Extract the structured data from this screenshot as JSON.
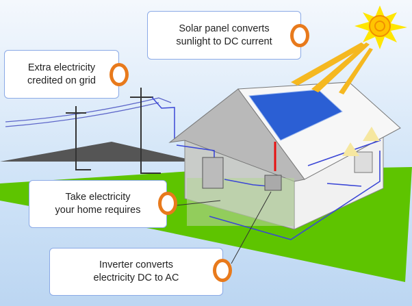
{
  "callouts": [
    {
      "text": "Solar panel converts\nsunlight to DC current"
    },
    {
      "text": "Extra electricity\ncredited on grid"
    },
    {
      "text": "Take electricity\nyour home requires"
    },
    {
      "text": "Inverter converts\nelectricity DC to AC"
    }
  ],
  "colors": {
    "callout_ring": "#e87a1c",
    "ground": "#5ec400",
    "wire": "#3a46d6",
    "dc_wire": "#e81010",
    "sun": "#ffd800"
  }
}
